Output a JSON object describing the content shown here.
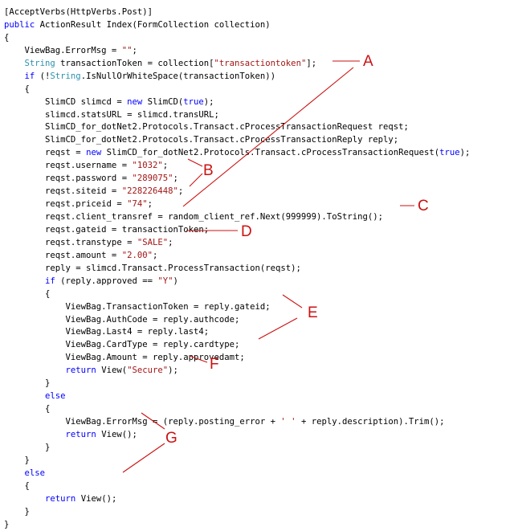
{
  "code_lines": [
    [
      {
        "t": "[AcceptVerbs(HttpVerbs.Post)]",
        "c": ""
      }
    ],
    [
      {
        "t": "public",
        "c": "k"
      },
      {
        "t": " ActionResult Index(FormCollection collection)",
        "c": ""
      }
    ],
    [
      {
        "t": "{",
        "c": ""
      }
    ],
    [
      {
        "t": "    ViewBag.ErrorMsg = ",
        "c": ""
      },
      {
        "t": "\"\"",
        "c": "s"
      },
      {
        "t": ";",
        "c": ""
      }
    ],
    [
      {
        "t": "    ",
        "c": ""
      },
      {
        "t": "String",
        "c": "t"
      },
      {
        "t": " transactionToken = collection[",
        "c": ""
      },
      {
        "t": "\"transactiontoken\"",
        "c": "s"
      },
      {
        "t": "];",
        "c": ""
      }
    ],
    [
      {
        "t": "    ",
        "c": ""
      },
      {
        "t": "if",
        "c": "k"
      },
      {
        "t": " (!",
        "c": ""
      },
      {
        "t": "String",
        "c": "t"
      },
      {
        "t": ".IsNullOrWhiteSpace(transactionToken))",
        "c": ""
      }
    ],
    [
      {
        "t": "    {",
        "c": ""
      }
    ],
    [
      {
        "t": "        SlimCD slimcd = ",
        "c": ""
      },
      {
        "t": "new",
        "c": "k"
      },
      {
        "t": " SlimCD(",
        "c": ""
      },
      {
        "t": "true",
        "c": "k"
      },
      {
        "t": ");",
        "c": ""
      }
    ],
    [
      {
        "t": "        slimcd.statsURL = slimcd.transURL;",
        "c": ""
      }
    ],
    [
      {
        "t": "        SlimCD_for_dotNet2.Protocols.Transact.cProcessTransactionRequest reqst;",
        "c": ""
      }
    ],
    [
      {
        "t": "        SlimCD_for_dotNet2.Protocols.Transact.cProcessTransactionReply reply;",
        "c": ""
      }
    ],
    [
      {
        "t": "        reqst = ",
        "c": ""
      },
      {
        "t": "new",
        "c": "k"
      },
      {
        "t": " SlimCD_for_dotNet2.Protocols.Transact.cProcessTransactionRequest(",
        "c": ""
      },
      {
        "t": "true",
        "c": "k"
      },
      {
        "t": ");",
        "c": ""
      }
    ],
    [
      {
        "t": "        reqst.username = ",
        "c": ""
      },
      {
        "t": "\"1032\"",
        "c": "s"
      },
      {
        "t": ";",
        "c": ""
      }
    ],
    [
      {
        "t": "        reqst.password = ",
        "c": ""
      },
      {
        "t": "\"289075\"",
        "c": "s"
      },
      {
        "t": ";",
        "c": ""
      }
    ],
    [
      {
        "t": "        reqst.siteid = ",
        "c": ""
      },
      {
        "t": "\"228226448\"",
        "c": "s"
      },
      {
        "t": ";",
        "c": ""
      }
    ],
    [
      {
        "t": "        reqst.priceid = ",
        "c": ""
      },
      {
        "t": "\"74\"",
        "c": "s"
      },
      {
        "t": ";",
        "c": ""
      }
    ],
    [
      {
        "t": "        reqst.client_transref = random_client_ref.Next(999999).ToString();",
        "c": ""
      }
    ],
    [
      {
        "t": "        reqst.gateid = transactionToken;",
        "c": ""
      }
    ],
    [
      {
        "t": "        reqst.transtype = ",
        "c": ""
      },
      {
        "t": "\"SALE\"",
        "c": "s"
      },
      {
        "t": ";",
        "c": ""
      }
    ],
    [
      {
        "t": "        reqst.amount = ",
        "c": ""
      },
      {
        "t": "\"2.00\"",
        "c": "s"
      },
      {
        "t": ";",
        "c": ""
      }
    ],
    [
      {
        "t": "        reply = slimcd.Transact.ProcessTransaction(reqst);",
        "c": ""
      }
    ],
    [
      {
        "t": "        ",
        "c": ""
      },
      {
        "t": "if",
        "c": "k"
      },
      {
        "t": " (reply.approved == ",
        "c": ""
      },
      {
        "t": "\"Y\"",
        "c": "s"
      },
      {
        "t": ")",
        "c": ""
      }
    ],
    [
      {
        "t": "        {",
        "c": ""
      }
    ],
    [
      {
        "t": "            ViewBag.TransactionToken = reply.gateid;",
        "c": ""
      }
    ],
    [
      {
        "t": "            ViewBag.AuthCode = reply.authcode;",
        "c": ""
      }
    ],
    [
      {
        "t": "            ViewBag.Last4 = reply.last4;",
        "c": ""
      }
    ],
    [
      {
        "t": "            ViewBag.CardType = reply.cardtype;",
        "c": ""
      }
    ],
    [
      {
        "t": "            ViewBag.Amount = reply.approvedamt;",
        "c": ""
      }
    ],
    [
      {
        "t": "            ",
        "c": ""
      },
      {
        "t": "return",
        "c": "k"
      },
      {
        "t": " View(",
        "c": ""
      },
      {
        "t": "\"Secure\"",
        "c": "s"
      },
      {
        "t": ");",
        "c": ""
      }
    ],
    [
      {
        "t": "        }",
        "c": ""
      }
    ],
    [
      {
        "t": "        ",
        "c": ""
      },
      {
        "t": "else",
        "c": "k"
      }
    ],
    [
      {
        "t": "        {",
        "c": ""
      }
    ],
    [
      {
        "t": "            ViewBag.ErrorMsg = (reply.posting_error + ",
        "c": ""
      },
      {
        "t": "' '",
        "c": "s"
      },
      {
        "t": " + reply.description).Trim();",
        "c": ""
      }
    ],
    [
      {
        "t": "            ",
        "c": ""
      },
      {
        "t": "return",
        "c": "k"
      },
      {
        "t": " View();",
        "c": ""
      }
    ],
    [
      {
        "t": "        }",
        "c": ""
      }
    ],
    [
      {
        "t": "    }",
        "c": ""
      }
    ],
    [
      {
        "t": "    ",
        "c": ""
      },
      {
        "t": "else",
        "c": "k"
      }
    ],
    [
      {
        "t": "    {",
        "c": ""
      }
    ],
    [
      {
        "t": "        ",
        "c": ""
      },
      {
        "t": "return",
        "c": "k"
      },
      {
        "t": " View();",
        "c": ""
      }
    ],
    [
      {
        "t": "    }",
        "c": ""
      }
    ],
    [
      {
        "t": "}",
        "c": ""
      }
    ]
  ],
  "annotations": {
    "a": "A",
    "b": "B",
    "c": "C",
    "d": "D",
    "e": "E",
    "f": "F",
    "g": "G"
  },
  "colors": {
    "keyword": "#0000ff",
    "type": "#2b91af",
    "string": "#a31515",
    "annotation": "#cc1111"
  }
}
